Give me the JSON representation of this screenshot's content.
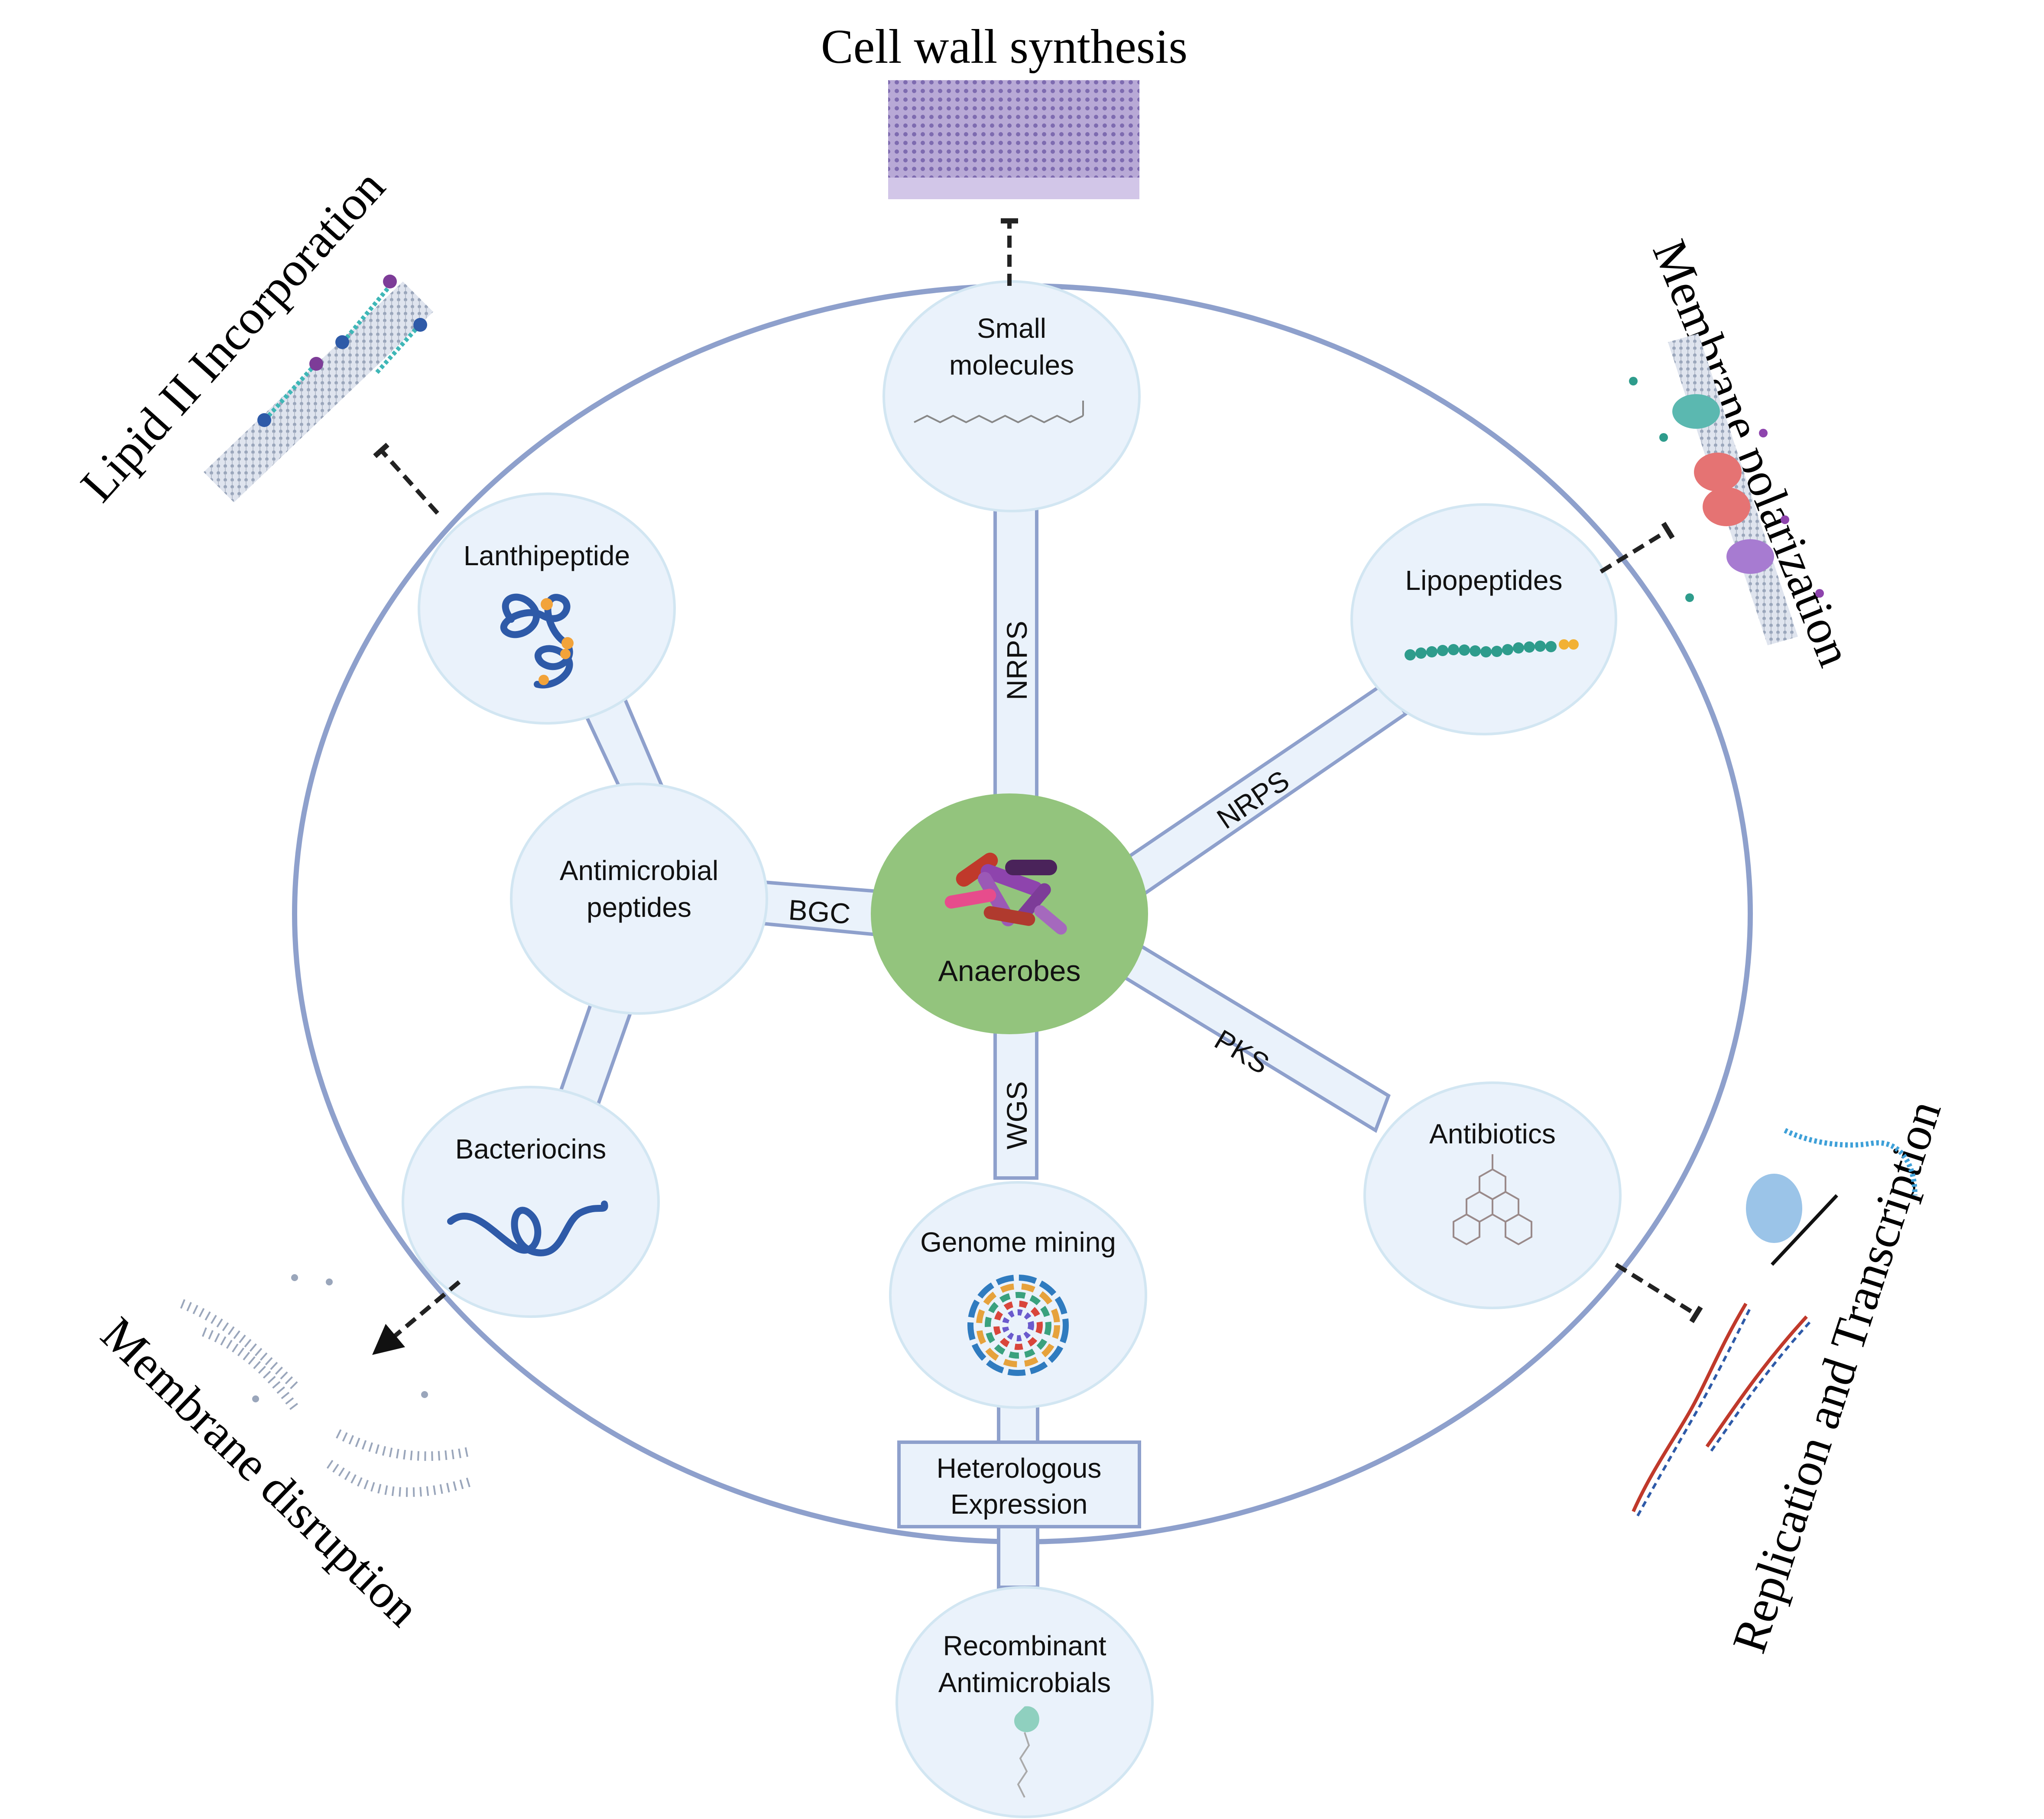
{
  "center": {
    "label": "Anaerobes"
  },
  "nodes": {
    "small_molecules": {
      "line1": "Small",
      "line2": "molecules"
    },
    "lipopeptides": {
      "label": "Lipopeptides"
    },
    "antibiotics": {
      "label": "Antibiotics"
    },
    "genome_mining": {
      "label": "Genome mining"
    },
    "antimicrobial_peptides": {
      "line1": "Antimicrobial",
      "line2": "peptides"
    },
    "lanthipeptide": {
      "label": "Lanthipeptide"
    },
    "bacteriocins": {
      "label": "Bacteriocins"
    },
    "recombinant": {
      "line1": "Recombinant",
      "line2": "Antimicrobials"
    }
  },
  "connectors": {
    "nrps_top": "NRPS",
    "nrps_right": "NRPS",
    "pks": "PKS",
    "wgs": "WGS",
    "bgc": "BGC"
  },
  "heterologous": {
    "line1": "Heterologous",
    "line2": "Expression"
  },
  "mechanisms": {
    "cell_wall": "Cell wall synthesis",
    "lipid_ii": "Lipid II Incorporation",
    "membrane_polarization": "Membrane polarization",
    "replication": "Replication and Transcription",
    "membrane_disruption": "Membrane disruption"
  },
  "colors": {
    "circle_stroke": "#8ea0cc",
    "node_fill": "#eaf2fb",
    "node_stroke": "#d2e6f2",
    "center_fill": "#93c47d",
    "bar_fill": "#eaf2fb",
    "bar_stroke": "#8ea0cc"
  }
}
